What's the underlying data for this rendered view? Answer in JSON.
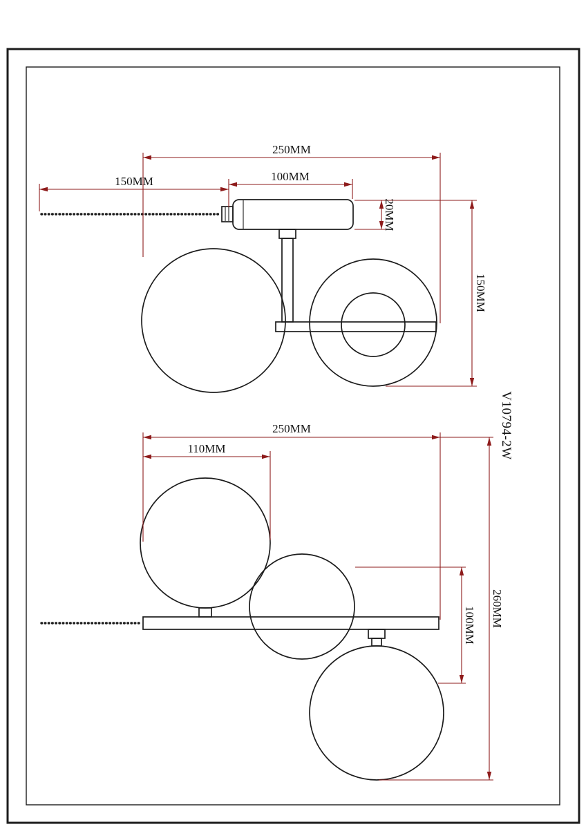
{
  "page": {
    "background": "#ffffff"
  },
  "colors": {
    "drawing": "#1c1c1c",
    "dimension": "#8e1b1b",
    "label_text": "#141414"
  },
  "model_number": "V10794-2W",
  "top_view": {
    "dim_total_width": "250MM",
    "dim_chain_length": "150MM",
    "dim_body_length": "100MM",
    "dim_body_height": "20MM",
    "dim_total_height": "150MM"
  },
  "bottom_view": {
    "dim_total_width": "250MM",
    "dim_sphere_diameter": "110MM",
    "dim_sphere_drop": "100MM",
    "dim_total_height": "260MM"
  }
}
